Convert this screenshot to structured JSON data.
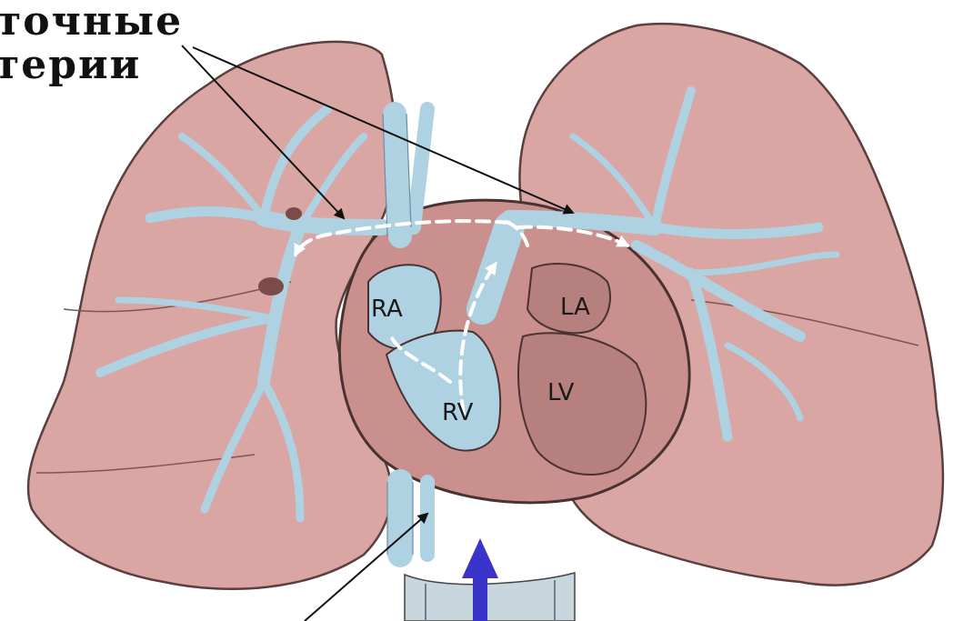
{
  "caption": {
    "line1": "точные",
    "line2": "терии"
  },
  "chambers": {
    "ra": "RA",
    "la": "LA",
    "rv": "RV",
    "lv": "LV"
  },
  "colors": {
    "lung": "#d9a6a4",
    "lung_outline": "#5a3f3e",
    "vessel": "#aed2e2",
    "vessel_outline": "#6c8ea0",
    "flow_arrow": "#ffffff",
    "pointer_arrow": "#111111",
    "up_arrow": "#3b34c9"
  }
}
